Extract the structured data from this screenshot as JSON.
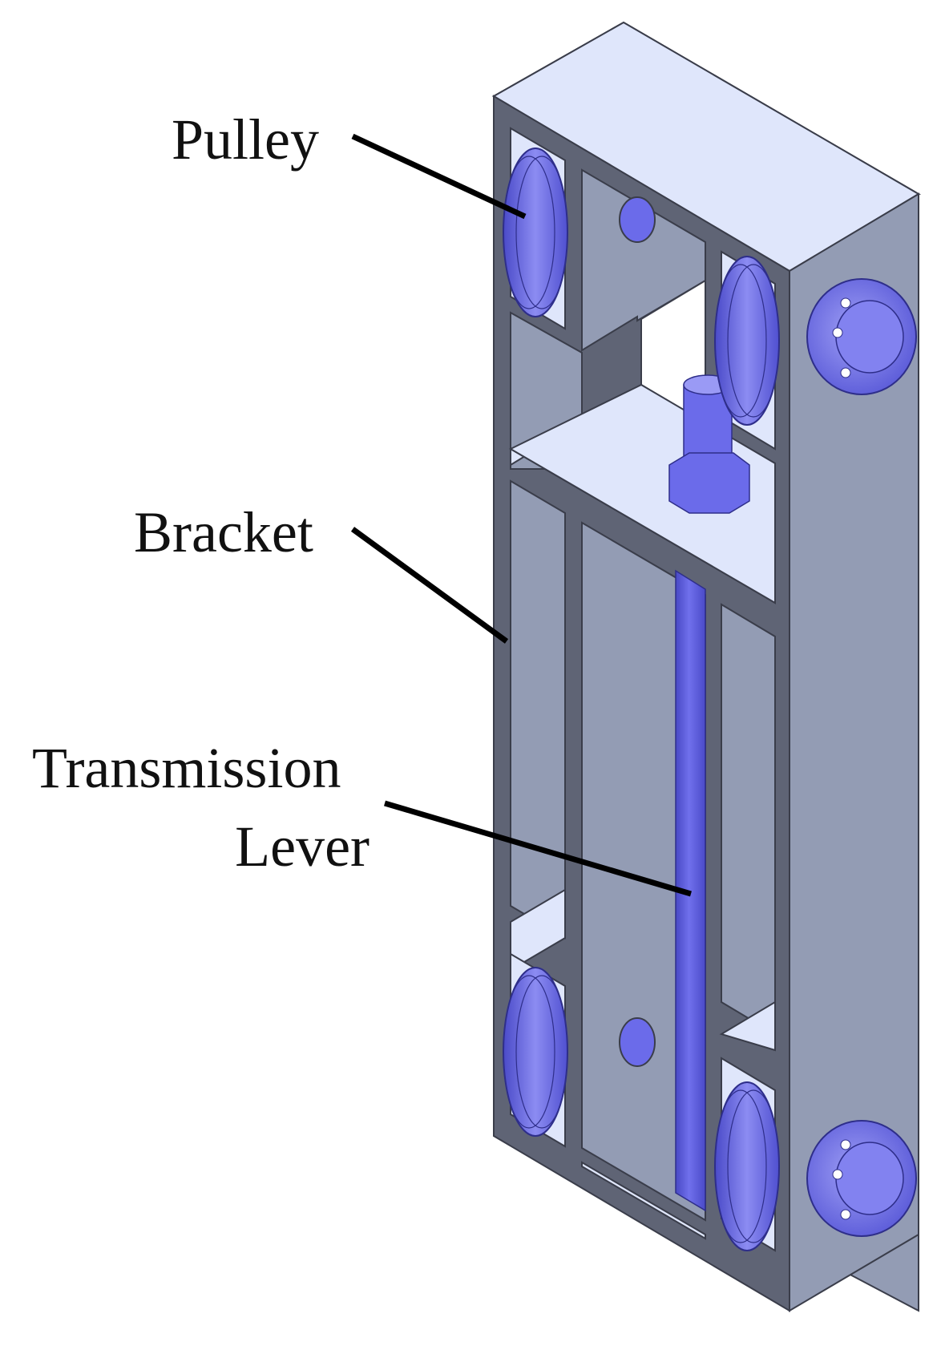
{
  "labels": {
    "pulley": "Pulley",
    "bracket": "Bracket",
    "transmission": "Transmission",
    "lever": "Lever"
  },
  "colors": {
    "frame_front": "#939cb4",
    "frame_top": "#dfe6fb",
    "frame_side": "#939cb4",
    "frame_edge": "#5f6475",
    "inner_dark": "#8a93ab",
    "inner_light": "#dfe6fb",
    "part_blue": "#6b6bea",
    "part_blue_dark": "#4646c0",
    "part_blue_light": "#9a9af5",
    "leader": "#000000"
  }
}
